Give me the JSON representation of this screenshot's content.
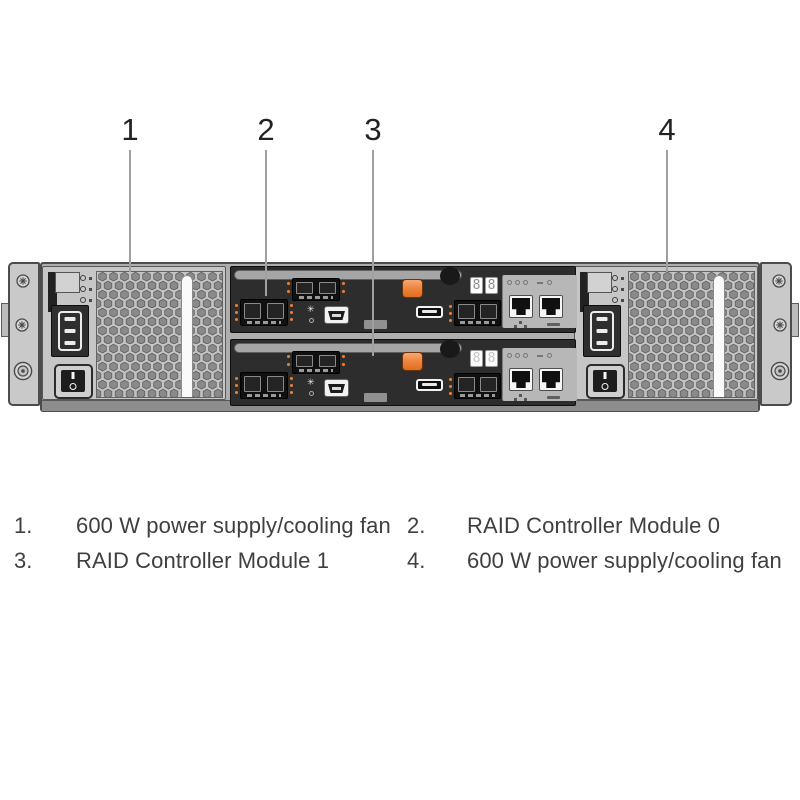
{
  "figure": {
    "callouts": [
      "1",
      "2",
      "3",
      "4"
    ],
    "controller_display_digit": "8",
    "service_icon_glyph": "✳"
  },
  "legend": {
    "items": [
      {
        "num": "1.",
        "label": "600 W power supply/cooling fan"
      },
      {
        "num": "2.",
        "label": "RAID Controller Module 0"
      },
      {
        "num": "3.",
        "label": "RAID Controller Module 1"
      },
      {
        "num": "4.",
        "label": "600 W power supply/cooling fan"
      }
    ]
  },
  "colors": {
    "accent_orange": "#ee7f35",
    "chassis_grey": "#aeaeae",
    "psu_grey": "#c6c6c6",
    "controller_dark": "#2d2d2d",
    "panel_grey": "#b7b7b7",
    "handle_white": "#fafafa"
  }
}
